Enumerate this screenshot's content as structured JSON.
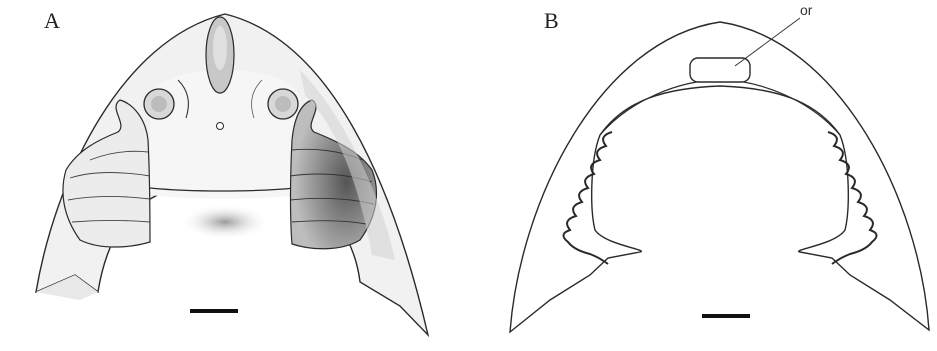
{
  "panels": [
    {
      "label": "A"
    },
    {
      "label": "B",
      "annotations": [
        {
          "text": "or"
        }
      ]
    }
  ],
  "colors": {
    "line": "#2a2a2a",
    "shade_dark": "#6e6e6e",
    "shade_light": "#cfcfcf",
    "background": "#ffffff"
  }
}
